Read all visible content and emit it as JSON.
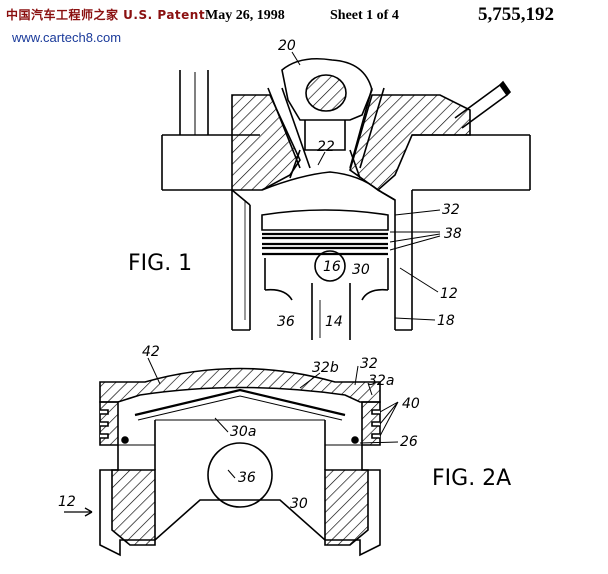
{
  "watermark": {
    "line1": "中国汽车工程师之家 U.S. Patent",
    "site": "www.cartech8.com"
  },
  "header": {
    "date": "May 26, 1998",
    "sheet": "Sheet 1 of 4",
    "patent_number": "5,755,192"
  },
  "figures": {
    "fig1": "FIG. 1",
    "fig2a": "FIG. 2A"
  },
  "labels": {
    "l20": "20",
    "l22": "22",
    "l32": "32",
    "l38": "38",
    "l16": "16",
    "l30": "30",
    "l12": "12",
    "l36": "36",
    "l14": "14",
    "l18": "18",
    "l42": "42",
    "l32b": "32b",
    "l32top": "32",
    "l32a": "32a",
    "l40": "40",
    "l30a": "30a",
    "l26": "26",
    "l12b": "12",
    "l36b": "36",
    "l30b": "30"
  }
}
